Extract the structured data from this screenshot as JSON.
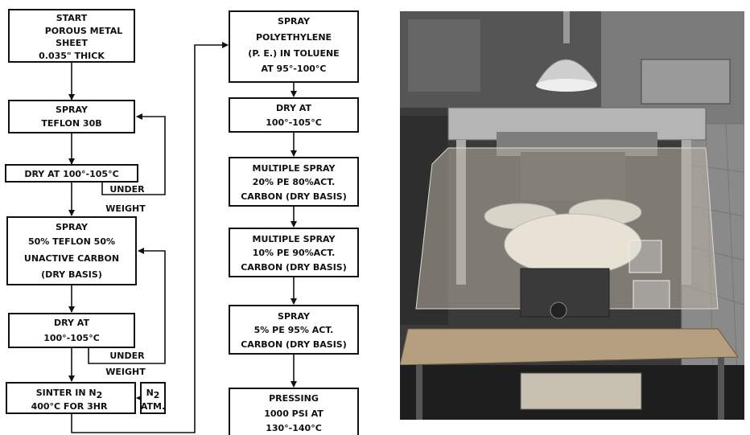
{
  "flowchart": {
    "left_column": {
      "start_lines": [
        "START",
        "POROUS METAL",
        "SHEET",
        "0.035\" THICK"
      ],
      "spray_teflon_lines": [
        "SPRAY",
        "TEFLON 30B"
      ],
      "dry_1_label": "DRY AT 100°-105°C",
      "loop_1_lines": [
        "UNDER",
        "WEIGHT"
      ],
      "spray_mix_lines": [
        "SPRAY",
        "50% TEFLON 50%",
        "UNACTIVE CARBON",
        "(DRY BASIS)"
      ],
      "dry_2_lines": [
        "DRY AT",
        "100°-105°C"
      ],
      "loop_2_lines": [
        "UNDER",
        "WEIGHT"
      ],
      "sinter_lines": [
        "SINTER IN N",
        "400°C FOR 3HR"
      ],
      "sinter_sub": "2",
      "n2_lines": [
        "N",
        "ATM."
      ],
      "n2_sub": "2"
    },
    "right_column": {
      "spray_pe_lines": [
        "SPRAY",
        "POLYETHYLENE",
        "(P. E.) IN TOLUENE",
        "AT 95°-100°C"
      ],
      "dry_3_lines": [
        "DRY AT",
        "100°-105°C"
      ],
      "multi_1_lines": [
        "MULTIPLE SPRAY",
        "20% PE 80%ACT.",
        "CARBON (DRY BASIS)"
      ],
      "multi_2_lines": [
        "MULTIPLE SPRAY",
        "10% PE 90%ACT.",
        "CARBON (DRY BASIS)"
      ],
      "spray_5_lines": [
        "SPRAY",
        "5% PE 95% ACT.",
        "CARBON (DRY BASIS)"
      ],
      "press_lines": [
        "PRESSING",
        "1000 PSI AT",
        "130°-140°C"
      ]
    }
  },
  "photo": {
    "icon": "photograph-of-spray-apparatus"
  }
}
